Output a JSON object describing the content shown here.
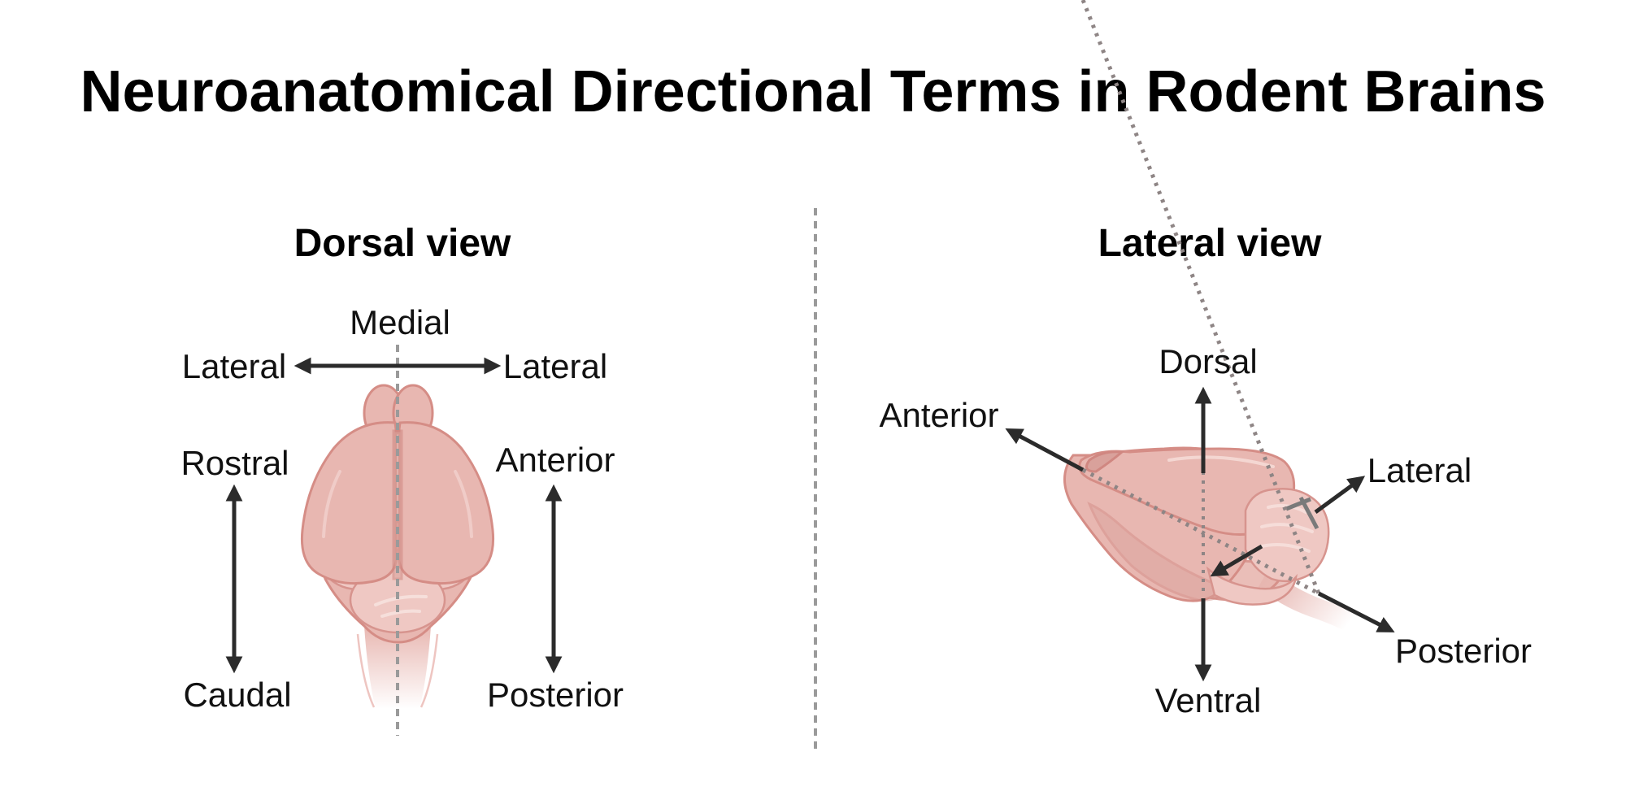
{
  "title": "Neuroanatomical Directional Terms in Rodent Brains",
  "dorsal_view": {
    "heading": "Dorsal view",
    "labels": {
      "medial": "Medial",
      "lateral_left": "Lateral",
      "lateral_right": "Lateral",
      "rostral": "Rostral",
      "caudal": "Caudal",
      "anterior": "Anterior",
      "posterior": "Posterior"
    }
  },
  "lateral_view": {
    "heading": "Lateral view",
    "labels": {
      "dorsal": "Dorsal",
      "ventral": "Ventral",
      "anterior": "Anterior",
      "posterior": "Posterior",
      "lateral": "Lateral"
    }
  },
  "colors": {
    "brain": "#e8b7b1",
    "brain_outline": "#d58d86",
    "arrow": "#2b2b2b",
    "guide": "#9a9a9a"
  },
  "icons": [
    "rodent-brain-dorsal-illustration",
    "rodent-brain-lateral-illustration"
  ]
}
